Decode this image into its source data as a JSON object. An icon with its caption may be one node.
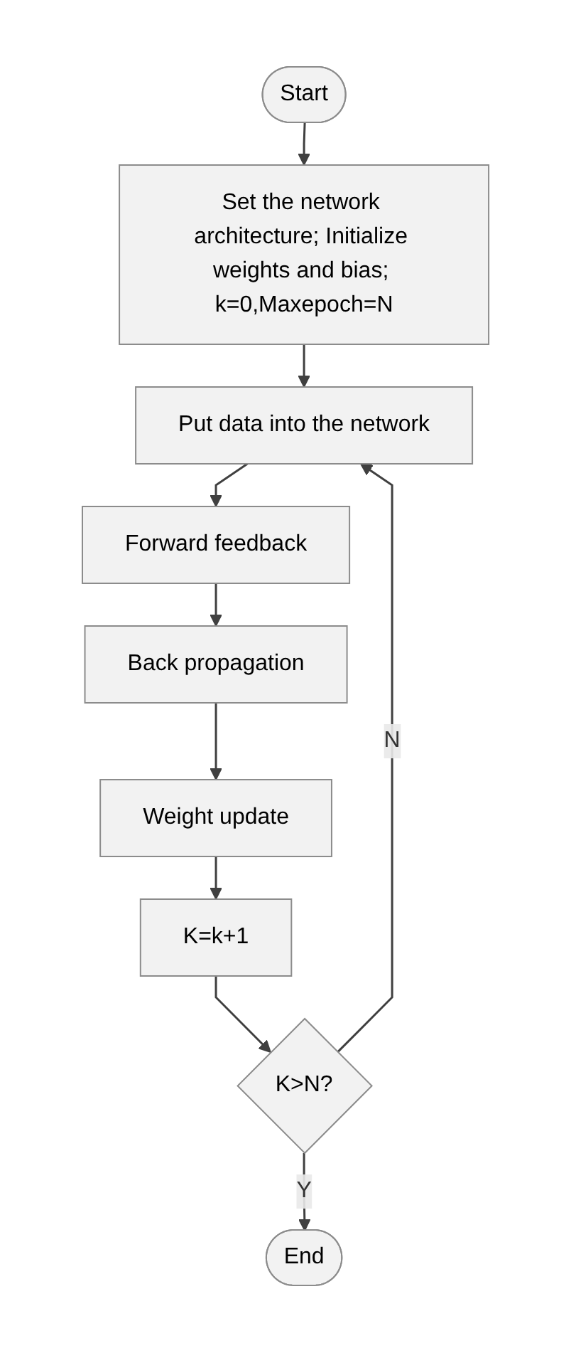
{
  "diagram": {
    "nodes": [
      {
        "text": [
          "Start"
        ]
      },
      {
        "text": [
          "Set the network architecture; Initialize weights and bias; k=0,Maxepoch=N"
        ]
      },
      {
        "text": [
          "Put data into the network"
        ]
      },
      {
        "text": [
          "Forward feedback"
        ]
      },
      {
        "text": [
          "Back propagation"
        ]
      },
      {
        "text": [
          "Weight update"
        ]
      },
      {
        "text": [
          "K=k+1"
        ]
      },
      {
        "text": [
          "K>N?"
        ]
      },
      {
        "text": [
          "End"
        ]
      }
    ],
    "edges": [
      {
        "from": 0,
        "to": 1,
        "arrow": "to"
      },
      {
        "from": 1,
        "to": 2,
        "arrow": "to"
      },
      {
        "from": 2,
        "to": 3,
        "arrow": "to"
      },
      {
        "from": 3,
        "to": 4,
        "arrow": "to"
      },
      {
        "from": 4,
        "to": 5,
        "arrow": "to"
      },
      {
        "from": 5,
        "to": 6,
        "arrow": "to"
      },
      {
        "from": 6,
        "to": 7,
        "arrow": "to"
      },
      {
        "from": 7,
        "to": 2,
        "arrow": "to",
        "label": "N"
      },
      {
        "from": 7,
        "to": 8,
        "arrow": "to",
        "label": "Y"
      }
    ]
  }
}
